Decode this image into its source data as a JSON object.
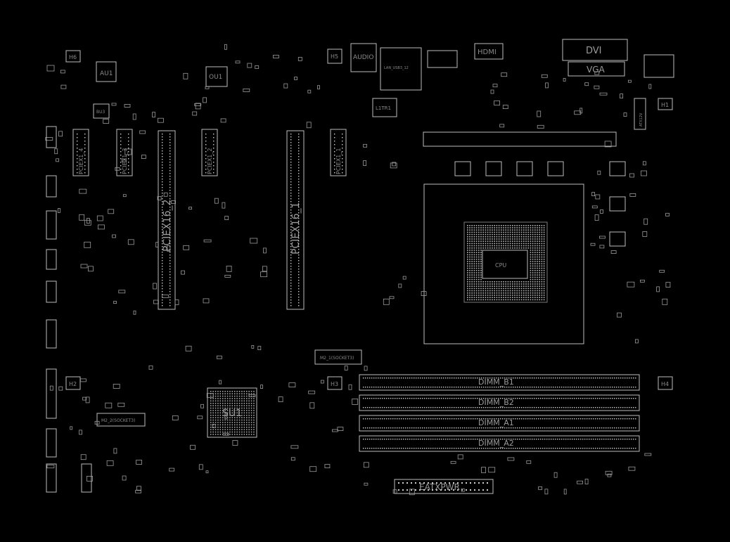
{
  "board": {
    "background": "#000000",
    "outline_color": "#bdbdbd",
    "label_color": "#8a8a8a"
  },
  "labels": {
    "h6": "H6",
    "au1": "AU1",
    "ou1": "OU1",
    "h5_top": "H5",
    "audio": "AUDIO",
    "lan": "LAN_USB3_12",
    "hdmi": "HDMI",
    "dvi": "DVI",
    "vga": "VGA",
    "l1tr1": "L1TR1",
    "h1": "H1",
    "bu3": "BU3",
    "pciex1_4": "PCIEX1_4",
    "pciex1_3": "PCIEX1_3",
    "pciex16_2": "PCIEX16_2",
    "pciex1_2": "PCIEX1_2",
    "pciex16_1": "PCIEX16_1",
    "pciex1_1": "PCIEX1_1",
    "cpu_socket": "CPU",
    "m2_1": "M2_1(SOCKET3)",
    "m2_2": "M2_2(SOCKET3)",
    "h2": "H2",
    "h3": "H3",
    "h4": "H4",
    "su1": "SU1",
    "dimm_b1": "DIMM_B1",
    "dimm_b2": "DIMM_B2",
    "dimm_a1": "DIMM_A1",
    "dimm_a2": "DIMM_A2",
    "eatxpwr": "EATXPWR",
    "atx12v": "ATX12V"
  }
}
